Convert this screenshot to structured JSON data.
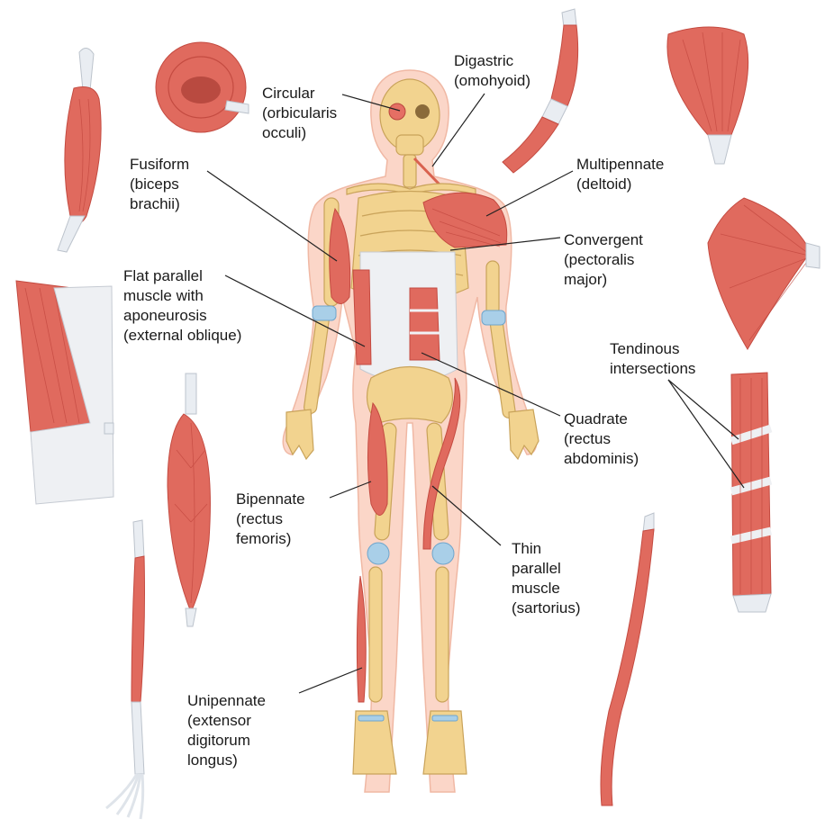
{
  "labels": {
    "circular": [
      "Circular",
      "(orbicularis",
      "occuli)"
    ],
    "digastric": [
      "Digastric",
      "(omohyoid)"
    ],
    "fusiform": [
      "Fusiform",
      "(biceps",
      "brachii)"
    ],
    "multipennate": [
      "Multipennate",
      "(deltoid)"
    ],
    "convergent": [
      "Convergent",
      "(pectoralis",
      "major)"
    ],
    "flat_parallel": [
      "Flat parallel",
      "muscle with",
      "aponeurosis",
      "(external oblique)"
    ],
    "tendinous": [
      "Tendinous",
      "intersections"
    ],
    "quadrate": [
      "Quadrate",
      "(rectus",
      "abdominis)"
    ],
    "bipennate": [
      "Bipennate",
      "(rectus",
      "femoris)"
    ],
    "thin_parallel": [
      "Thin",
      "parallel",
      "muscle",
      "(sartorius)"
    ],
    "unipennate": [
      "Unipennate",
      "(extensor",
      "digitorum",
      "longus)"
    ]
  },
  "colors": {
    "muscle": "#e06a5e",
    "bone": "#f2d38f",
    "skin": "#fbd6c8",
    "tendon": "#e9edf2",
    "joint": "#a9cfe8"
  }
}
